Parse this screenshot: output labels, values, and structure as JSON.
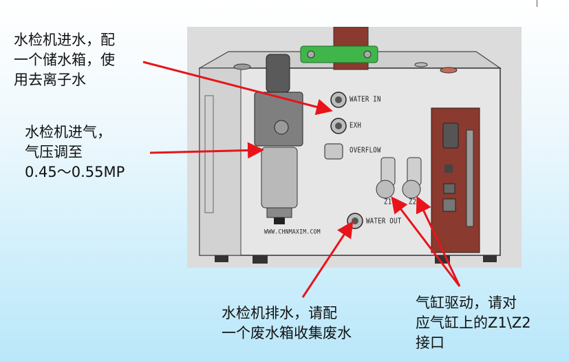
{
  "callouts": {
    "water_in": "水检机进水，配\n一个储水箱，使\n用去离子水",
    "air_in": "水检机进气，\n气压调至\n0.45～0.55MP",
    "water_out": "水检机排水，请配\n一个废水箱收集废水",
    "cylinder": "气缸驱动，请对\n应气缸上的Z1\\Z2\n接口"
  },
  "panel_labels": {
    "water_in": "WATER IN",
    "exh": "EXH",
    "overflow": "OVERFLOW",
    "water_out": "WATER OUT",
    "website": "WWW.CHNMAXIM.COM",
    "z1": "Z1",
    "z2": "Z2"
  },
  "colors": {
    "arrow": "#e8141a",
    "panel": "#e6e6e6",
    "board": "#8a3a2e",
    "filter_body": "#7f7f7f"
  }
}
